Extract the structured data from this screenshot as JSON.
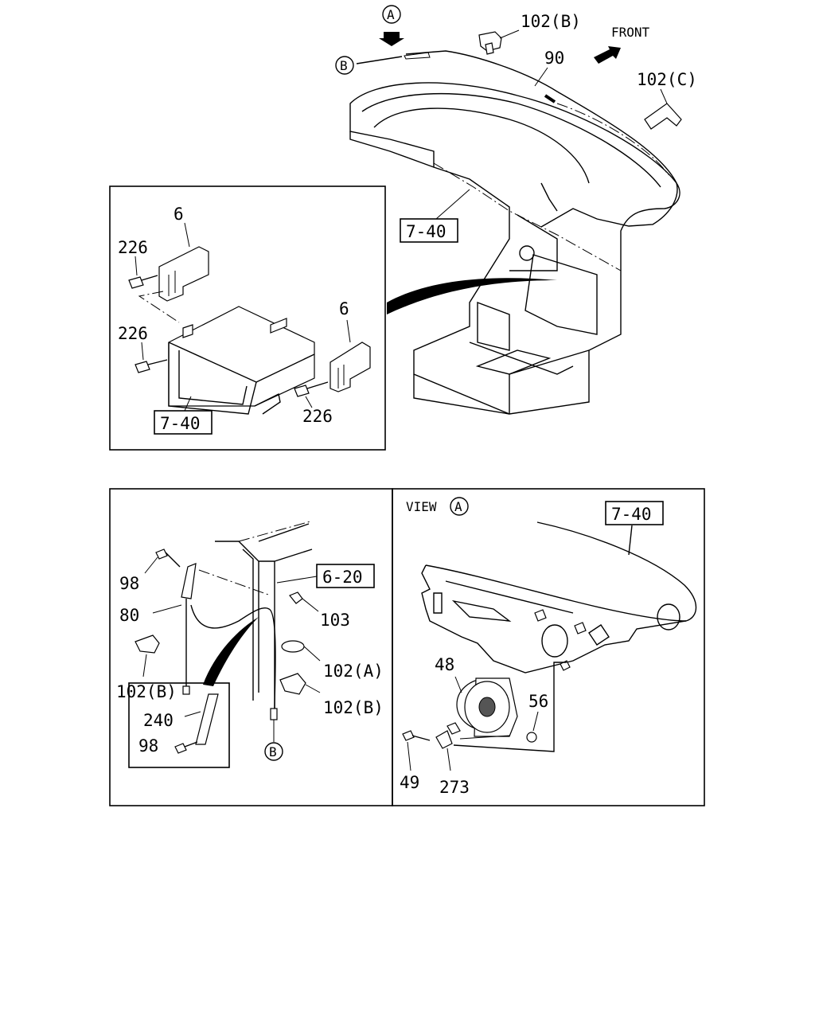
{
  "callouts": {
    "circle_a": "A",
    "circle_b": "B",
    "part_102b_top": "102(B)",
    "front": "FRONT",
    "part_90": "90",
    "part_102c": "102(C)",
    "ref_7_40_main": "7-40",
    "inset1": {
      "part_6_top": "6",
      "part_226_top": "226",
      "part_226_mid": "226",
      "part_6_right": "6",
      "part_226_right": "226",
      "ref_7_40": "7-40"
    },
    "inset2": {
      "part_98_top": "98",
      "ref_6_20": "6-20",
      "part_80": "80",
      "part_103": "103",
      "part_102b_left": "102(B)",
      "part_102a": "102(A)",
      "part_240": "240",
      "part_98_bottom": "98",
      "part_102b_right": "102(B)",
      "circle_b": "B"
    },
    "inset3": {
      "view_label": "VIEW",
      "circle_a": "A",
      "ref_7_40": "7-40",
      "part_48": "48",
      "part_56": "56",
      "part_49": "49",
      "part_273": "273"
    }
  }
}
